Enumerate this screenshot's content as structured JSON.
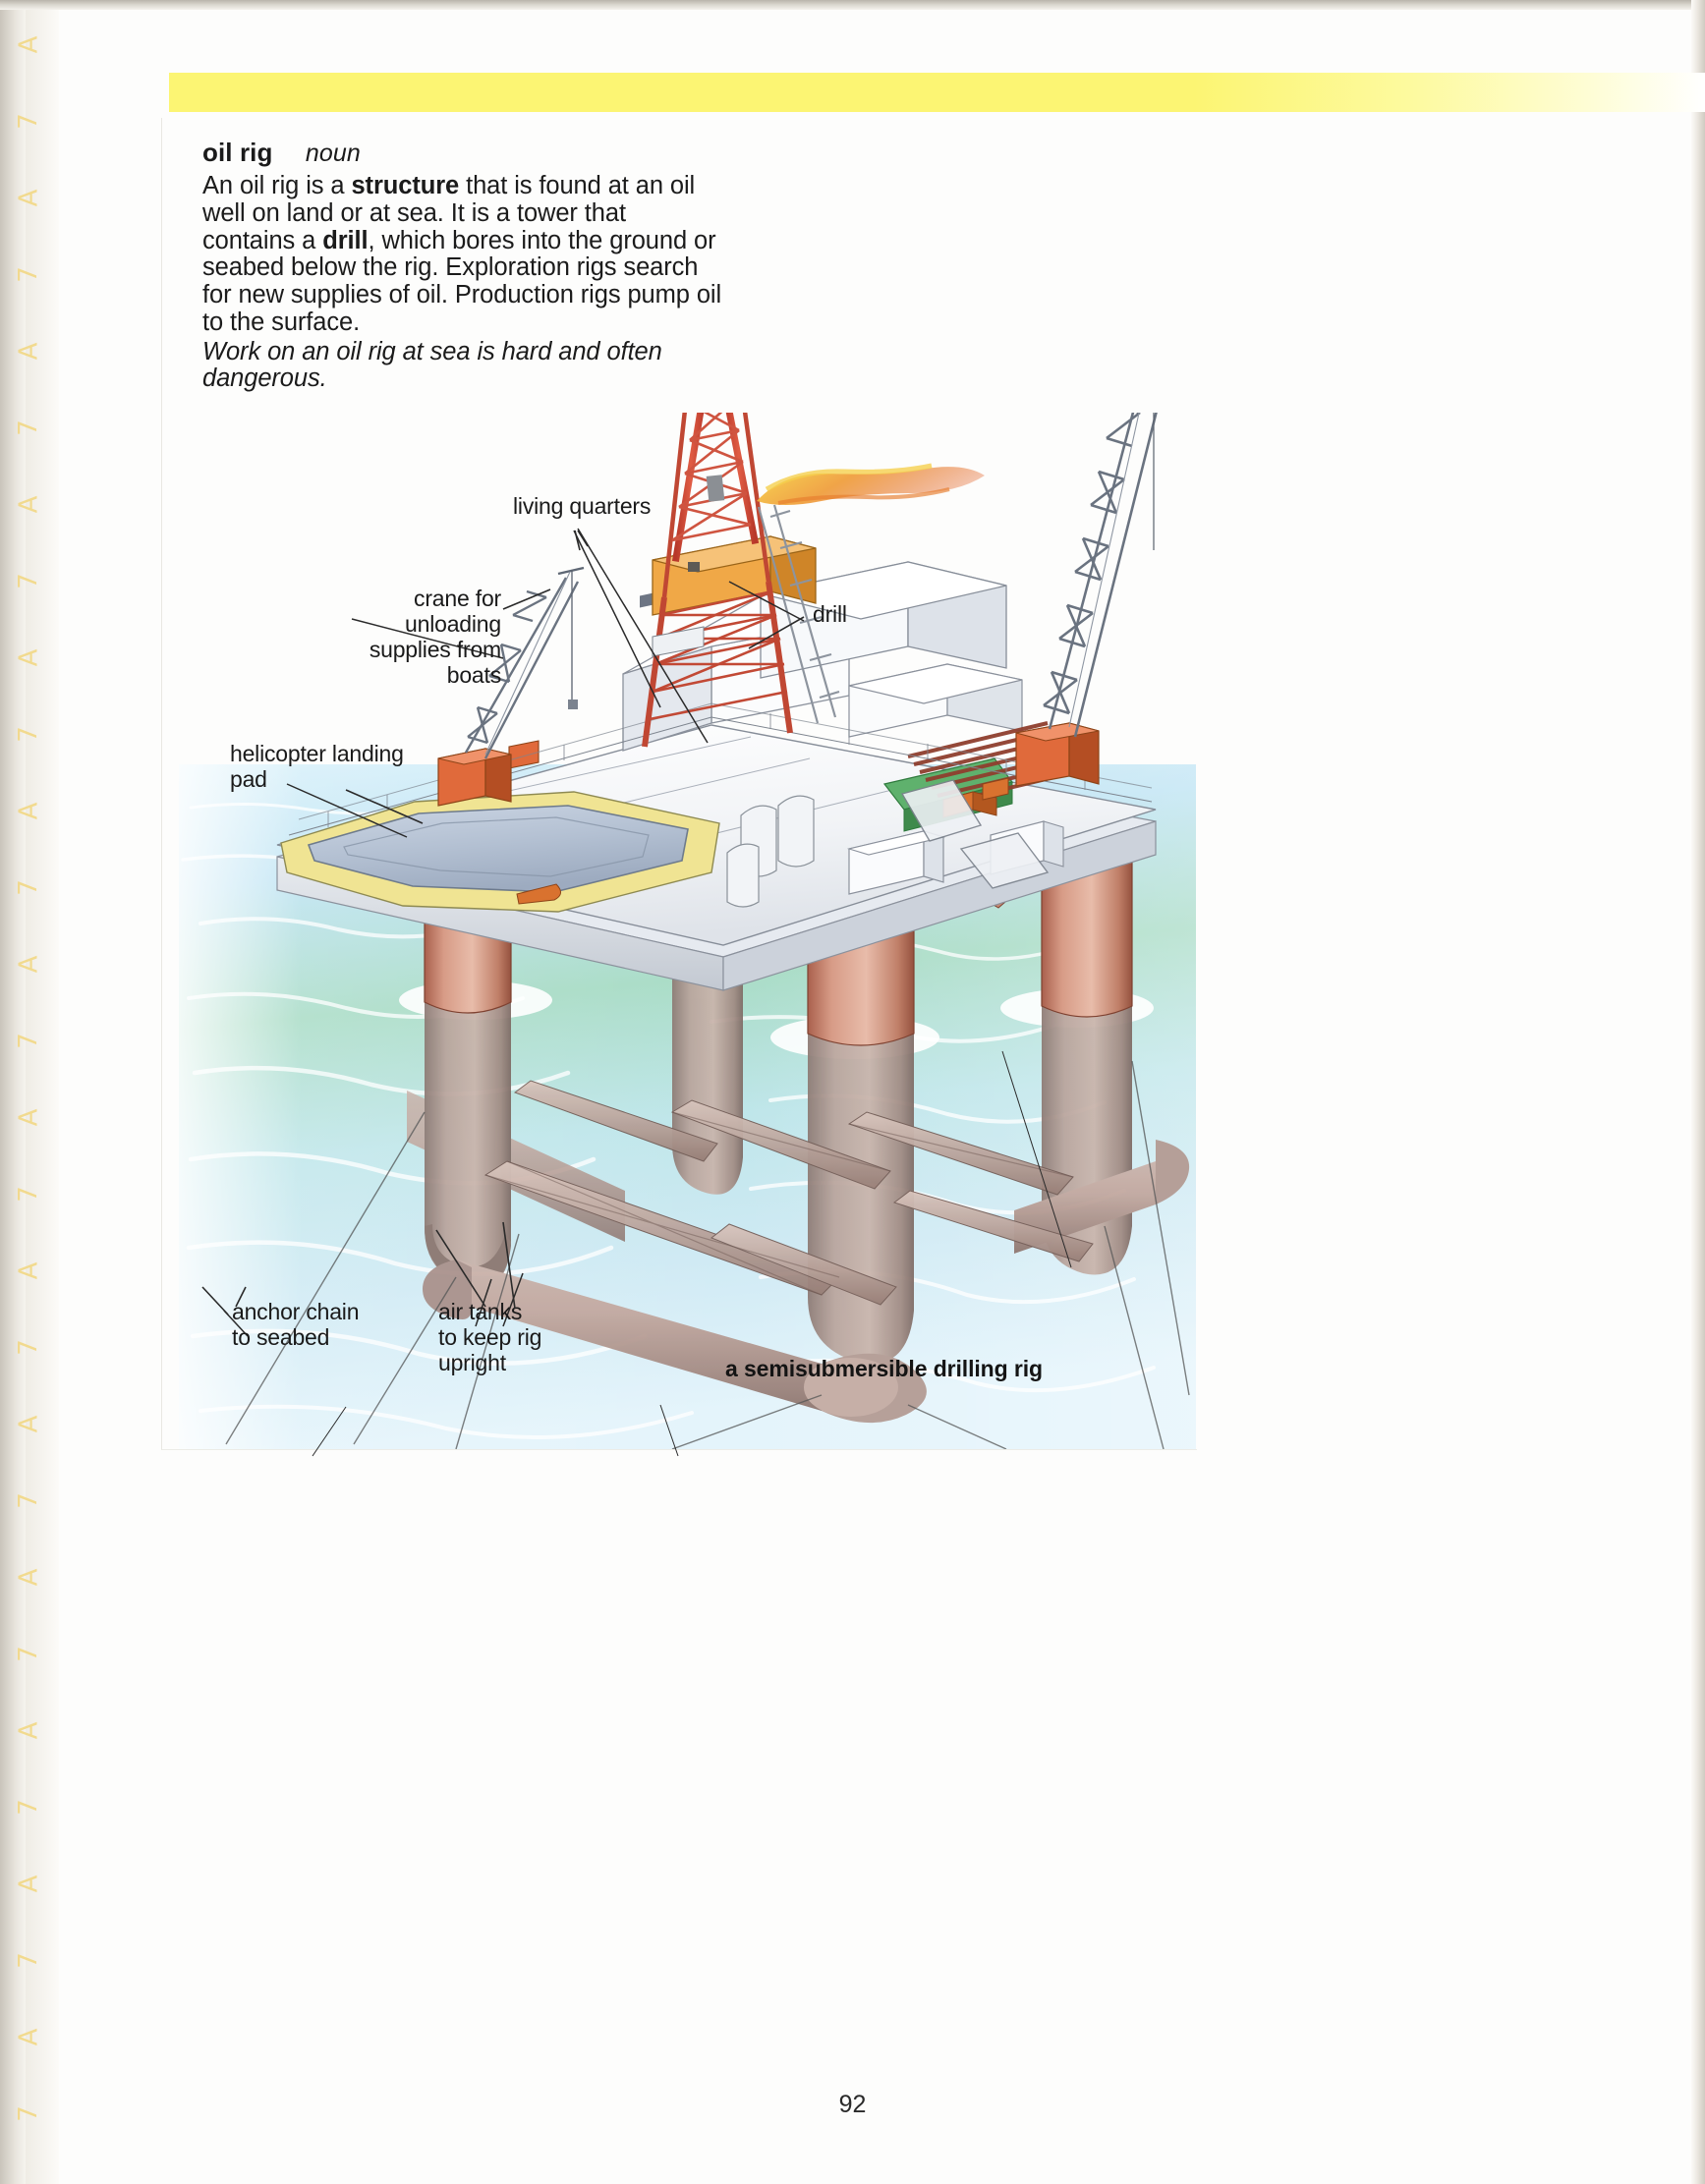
{
  "page": {
    "folio": "92",
    "banner_color": "#fcf573",
    "background_color": "#fdfdfc"
  },
  "entry": {
    "headword": "oil rig",
    "part_of_speech": "noun",
    "definition_runs": [
      {
        "text": "An oil rig is a ",
        "bold": false
      },
      {
        "text": "structure",
        "bold": true
      },
      {
        "text": " that is found at an oil well on land or at sea. It is a tower that contains a ",
        "bold": false
      },
      {
        "text": "drill",
        "bold": true
      },
      {
        "text": ", which bores into the ground or seabed below the rig. Exploration rigs search for new supplies of oil. Production rigs pump oil to the surface.",
        "bold": false
      }
    ],
    "example": "Work on an oil rig at sea is hard and often dangerous."
  },
  "illustration": {
    "caption": "a semisubmersible drilling rig",
    "labels": [
      {
        "name": "living-quarters",
        "text": "living quarters"
      },
      {
        "name": "drill",
        "text": "drill"
      },
      {
        "name": "crane-for-unloading",
        "text": "crane for unloading\nsupplies from boats"
      },
      {
        "name": "helicopter-landing-pad",
        "text": "helicopter landing\npad"
      },
      {
        "name": "anchor-chain",
        "text": "anchor chain\nto seabed"
      },
      {
        "name": "air-tanks",
        "text": "air tanks\nto keep rig\nupright"
      }
    ],
    "colors": {
      "derrick_red": "#d94b38",
      "deck_white": "#f4f5f7",
      "pontoon_salmon": "#cf8b78",
      "sea_blue": "#bfe3f2",
      "sea_green": "#a8d9b6",
      "helipad_yellow": "#f3e58a",
      "helipad_grey": "#b9c4d3",
      "flare_orange": "#f0a23c",
      "pipe_rack_brown": "#8f3f2e",
      "green_module": "#5bb06a"
    }
  },
  "margin_glyph_strip": {
    "glyphs": [
      "A",
      "7",
      "A",
      "7",
      "A",
      "7",
      "A",
      "7",
      "A",
      "7",
      "A",
      "7",
      "A",
      "7",
      "A",
      "7",
      "A",
      "7",
      "A",
      "7",
      "A",
      "7",
      "A",
      "7",
      "A",
      "7",
      "A",
      "7"
    ]
  }
}
